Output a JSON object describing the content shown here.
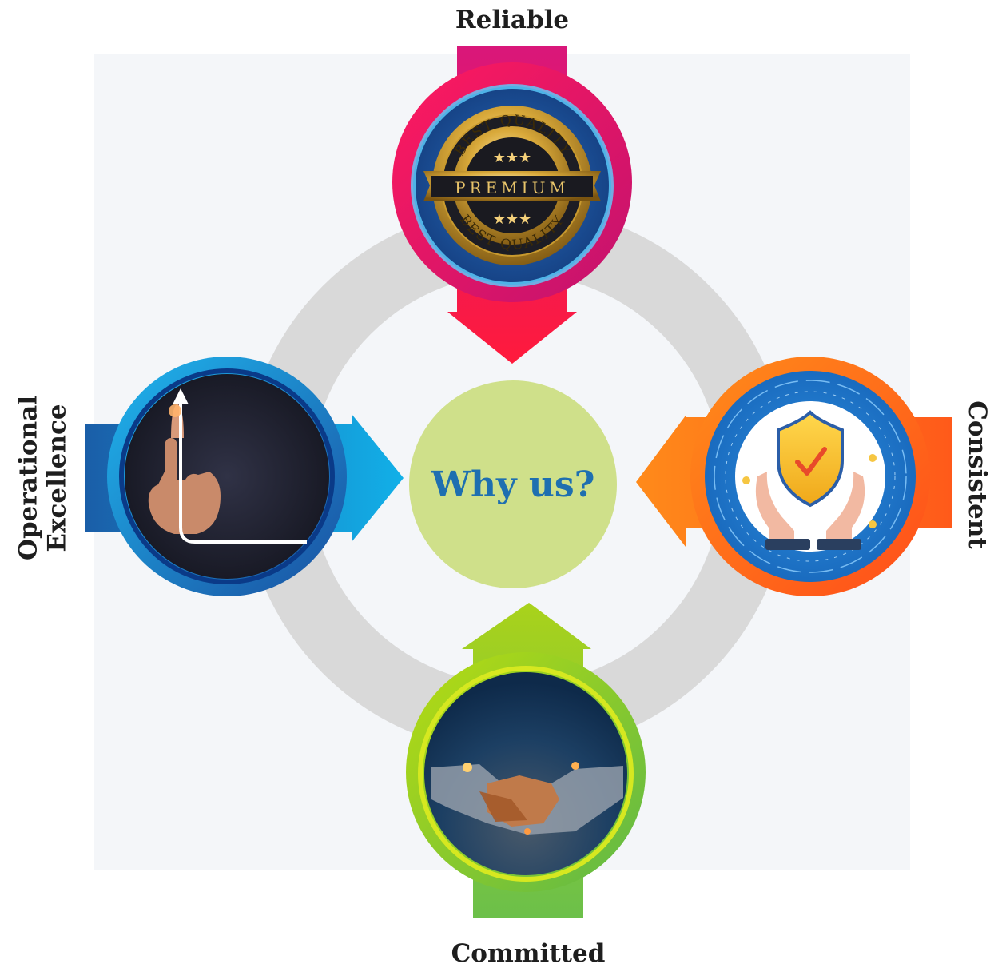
{
  "center": {
    "title": "Why us?"
  },
  "labels": {
    "top": "Reliable",
    "right": "Consistent",
    "bottom": "Committed",
    "left_line1": "Operational",
    "left_line2": "Excellence"
  },
  "badge": {
    "arc_top": "BEST QUALITY",
    "arc_bottom": "BEST QUALITY",
    "ribbon": "PREMIUM",
    "stars": "★★★"
  },
  "colors": {
    "top": "#e8135f",
    "right": "#f26a1b",
    "bottom": "#8cc63f",
    "left": "#1a8fd8",
    "center": "#cfe08a",
    "ring": "#d9d9d9",
    "center_text": "#1e6fb0"
  }
}
